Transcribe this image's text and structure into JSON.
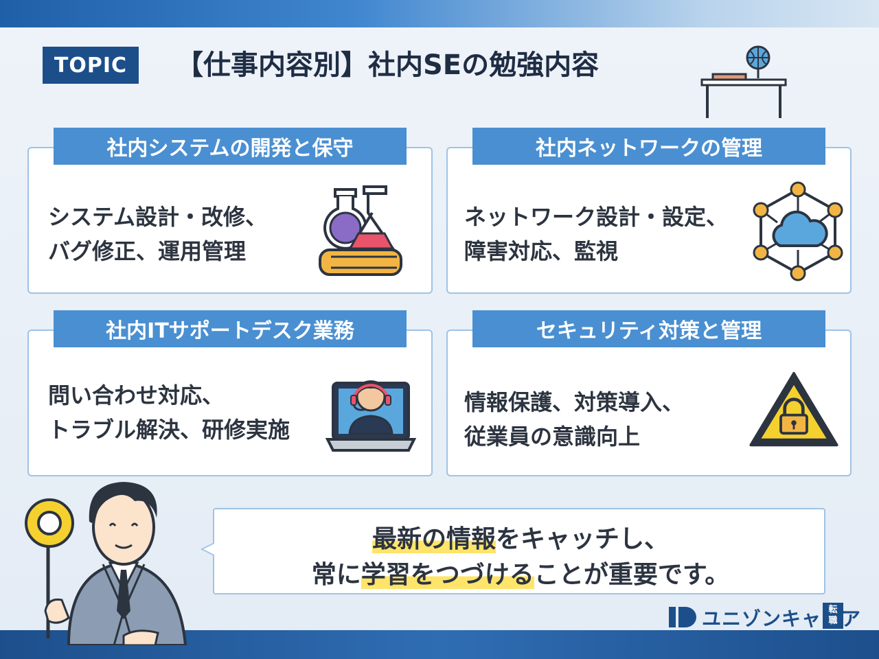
{
  "header": {
    "badge": "TOPIC",
    "title": "【仕事内容別】社内SEの勉強内容"
  },
  "cards": [
    {
      "title": "社内システムの開発と保守",
      "line1": "システム設計・改修、",
      "line2": "バグ修正、運用管理",
      "icon": "lab-flask-icon"
    },
    {
      "title": "社内ネットワークの管理",
      "line1": "ネットワーク設計・設定、",
      "line2": "障害対応、監視",
      "icon": "cloud-network-icon"
    },
    {
      "title": "社内ITサポートデスク業務",
      "line1": "問い合わせ対応、",
      "line2": "トラブル解決、研修実施",
      "icon": "support-operator-icon"
    },
    {
      "title": "セキュリティ対策と管理",
      "line1": "情報保護、対策導入、",
      "line2": "従業員の意識向上",
      "icon": "warning-lock-icon"
    }
  ],
  "message": {
    "line1_hl": "最新の情報",
    "line1_rest": "をキャッチし、",
    "line2_pre": "常に",
    "line2_hl": "学習をつづける",
    "line2_rest": "ことが重要です。"
  },
  "logo": {
    "text": "ユニゾンキャリア",
    "tag_top": "転",
    "tag_bottom": "職"
  },
  "colors": {
    "navy": "#1c4f8a",
    "header_blue": "#4a8fd1",
    "card_border": "#9ec3e6",
    "highlight": "#ffe46b"
  }
}
